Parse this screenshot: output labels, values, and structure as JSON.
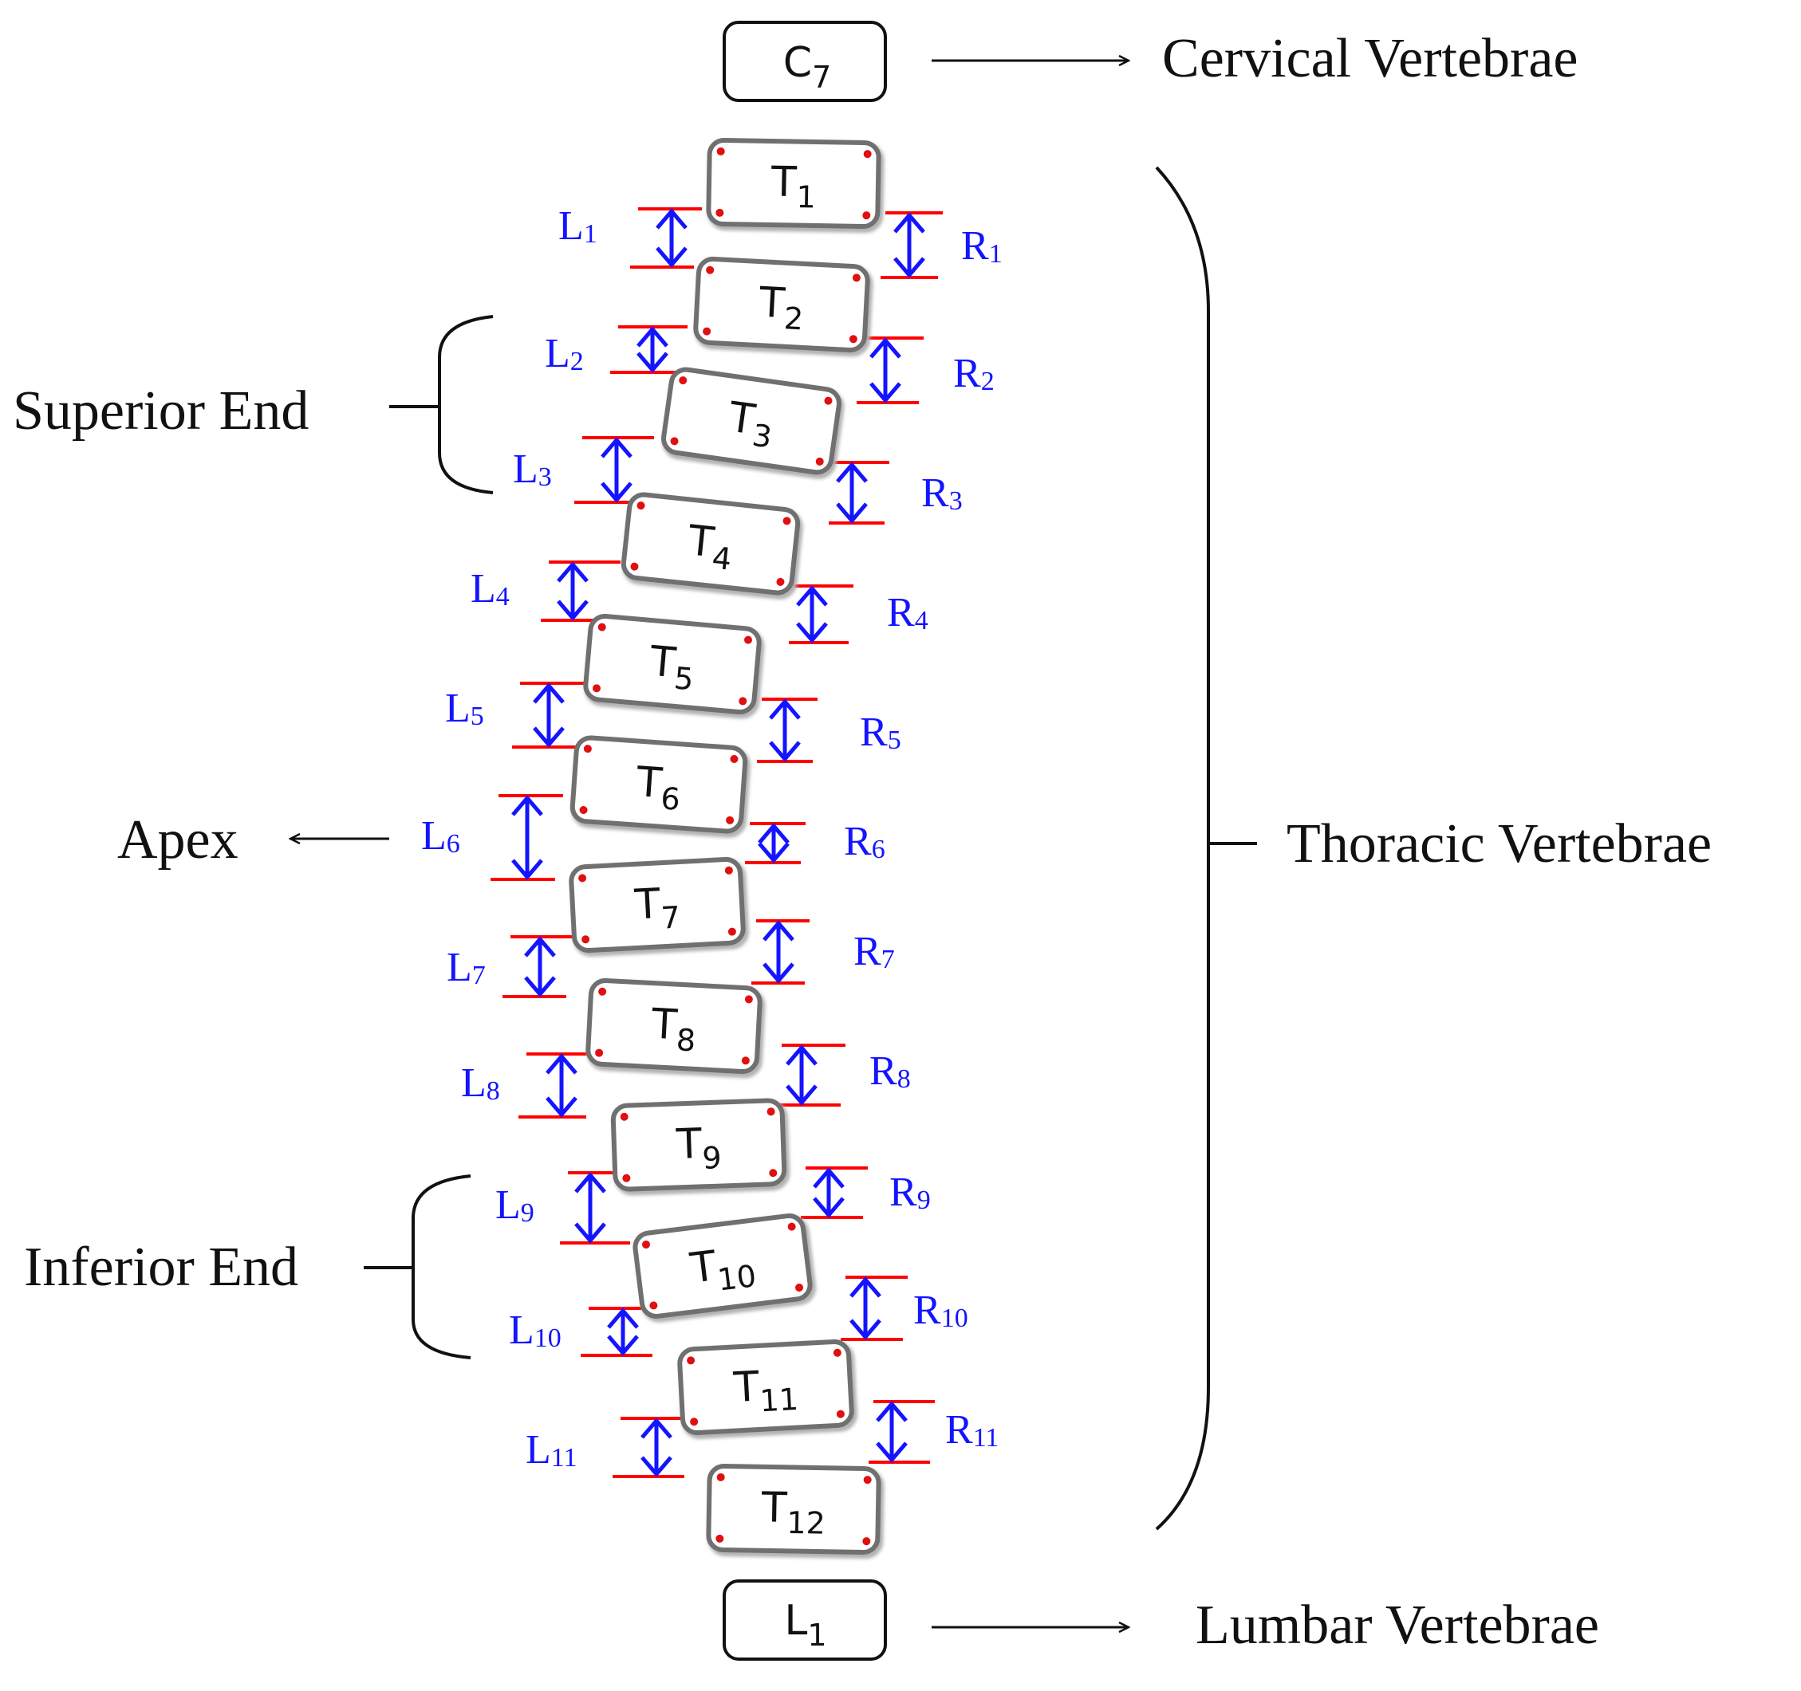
{
  "boxes": {
    "top": {
      "main": "C",
      "sub": "7"
    },
    "bottom": {
      "main": "L",
      "sub": "1"
    }
  },
  "labels": {
    "cervical": "Cervical Vertebrae",
    "thoracic": "Thoracic Vertebrae",
    "lumbar": "Lumbar Vertebrae",
    "superior": "Superior End",
    "apex": "Apex",
    "inferior": "Inferior End"
  },
  "vertebrae": [
    {
      "main": "T",
      "sub": "1"
    },
    {
      "main": "T",
      "sub": "2"
    },
    {
      "main": "T",
      "sub": "3"
    },
    {
      "main": "T",
      "sub": "4"
    },
    {
      "main": "T",
      "sub": "5"
    },
    {
      "main": "T",
      "sub": "6"
    },
    {
      "main": "T",
      "sub": "7"
    },
    {
      "main": "T",
      "sub": "8"
    },
    {
      "main": "T",
      "sub": "9"
    },
    {
      "main": "T",
      "sub": "10"
    },
    {
      "main": "T",
      "sub": "11"
    },
    {
      "main": "T",
      "sub": "12"
    }
  ],
  "gaps": [
    {
      "left": {
        "main": "L",
        "sub": "1"
      },
      "right": {
        "main": "R",
        "sub": "1"
      }
    },
    {
      "left": {
        "main": "L",
        "sub": "2"
      },
      "right": {
        "main": "R",
        "sub": "2"
      }
    },
    {
      "left": {
        "main": "L",
        "sub": "3"
      },
      "right": {
        "main": "R",
        "sub": "3"
      }
    },
    {
      "left": {
        "main": "L",
        "sub": "4"
      },
      "right": {
        "main": "R",
        "sub": "4"
      }
    },
    {
      "left": {
        "main": "L",
        "sub": "5"
      },
      "right": {
        "main": "R",
        "sub": "5"
      }
    },
    {
      "left": {
        "main": "L",
        "sub": "6"
      },
      "right": {
        "main": "R",
        "sub": "6"
      }
    },
    {
      "left": {
        "main": "L",
        "sub": "7"
      },
      "right": {
        "main": "R",
        "sub": "7"
      }
    },
    {
      "left": {
        "main": "L",
        "sub": "8"
      },
      "right": {
        "main": "R",
        "sub": "8"
      }
    },
    {
      "left": {
        "main": "L",
        "sub": "9"
      },
      "right": {
        "main": "R",
        "sub": "9"
      }
    },
    {
      "left": {
        "main": "L",
        "sub": "10"
      },
      "right": {
        "main": "R",
        "sub": "10"
      }
    },
    {
      "left": {
        "main": "L",
        "sub": "11"
      },
      "right": {
        "main": "R",
        "sub": "11"
      }
    }
  ],
  "colors": {
    "gap_arrow": "#1414ff",
    "gap_line": "#ff0000",
    "corner_dot": "#e01010",
    "vertebra_stroke": "#707070",
    "text": "#111111"
  }
}
